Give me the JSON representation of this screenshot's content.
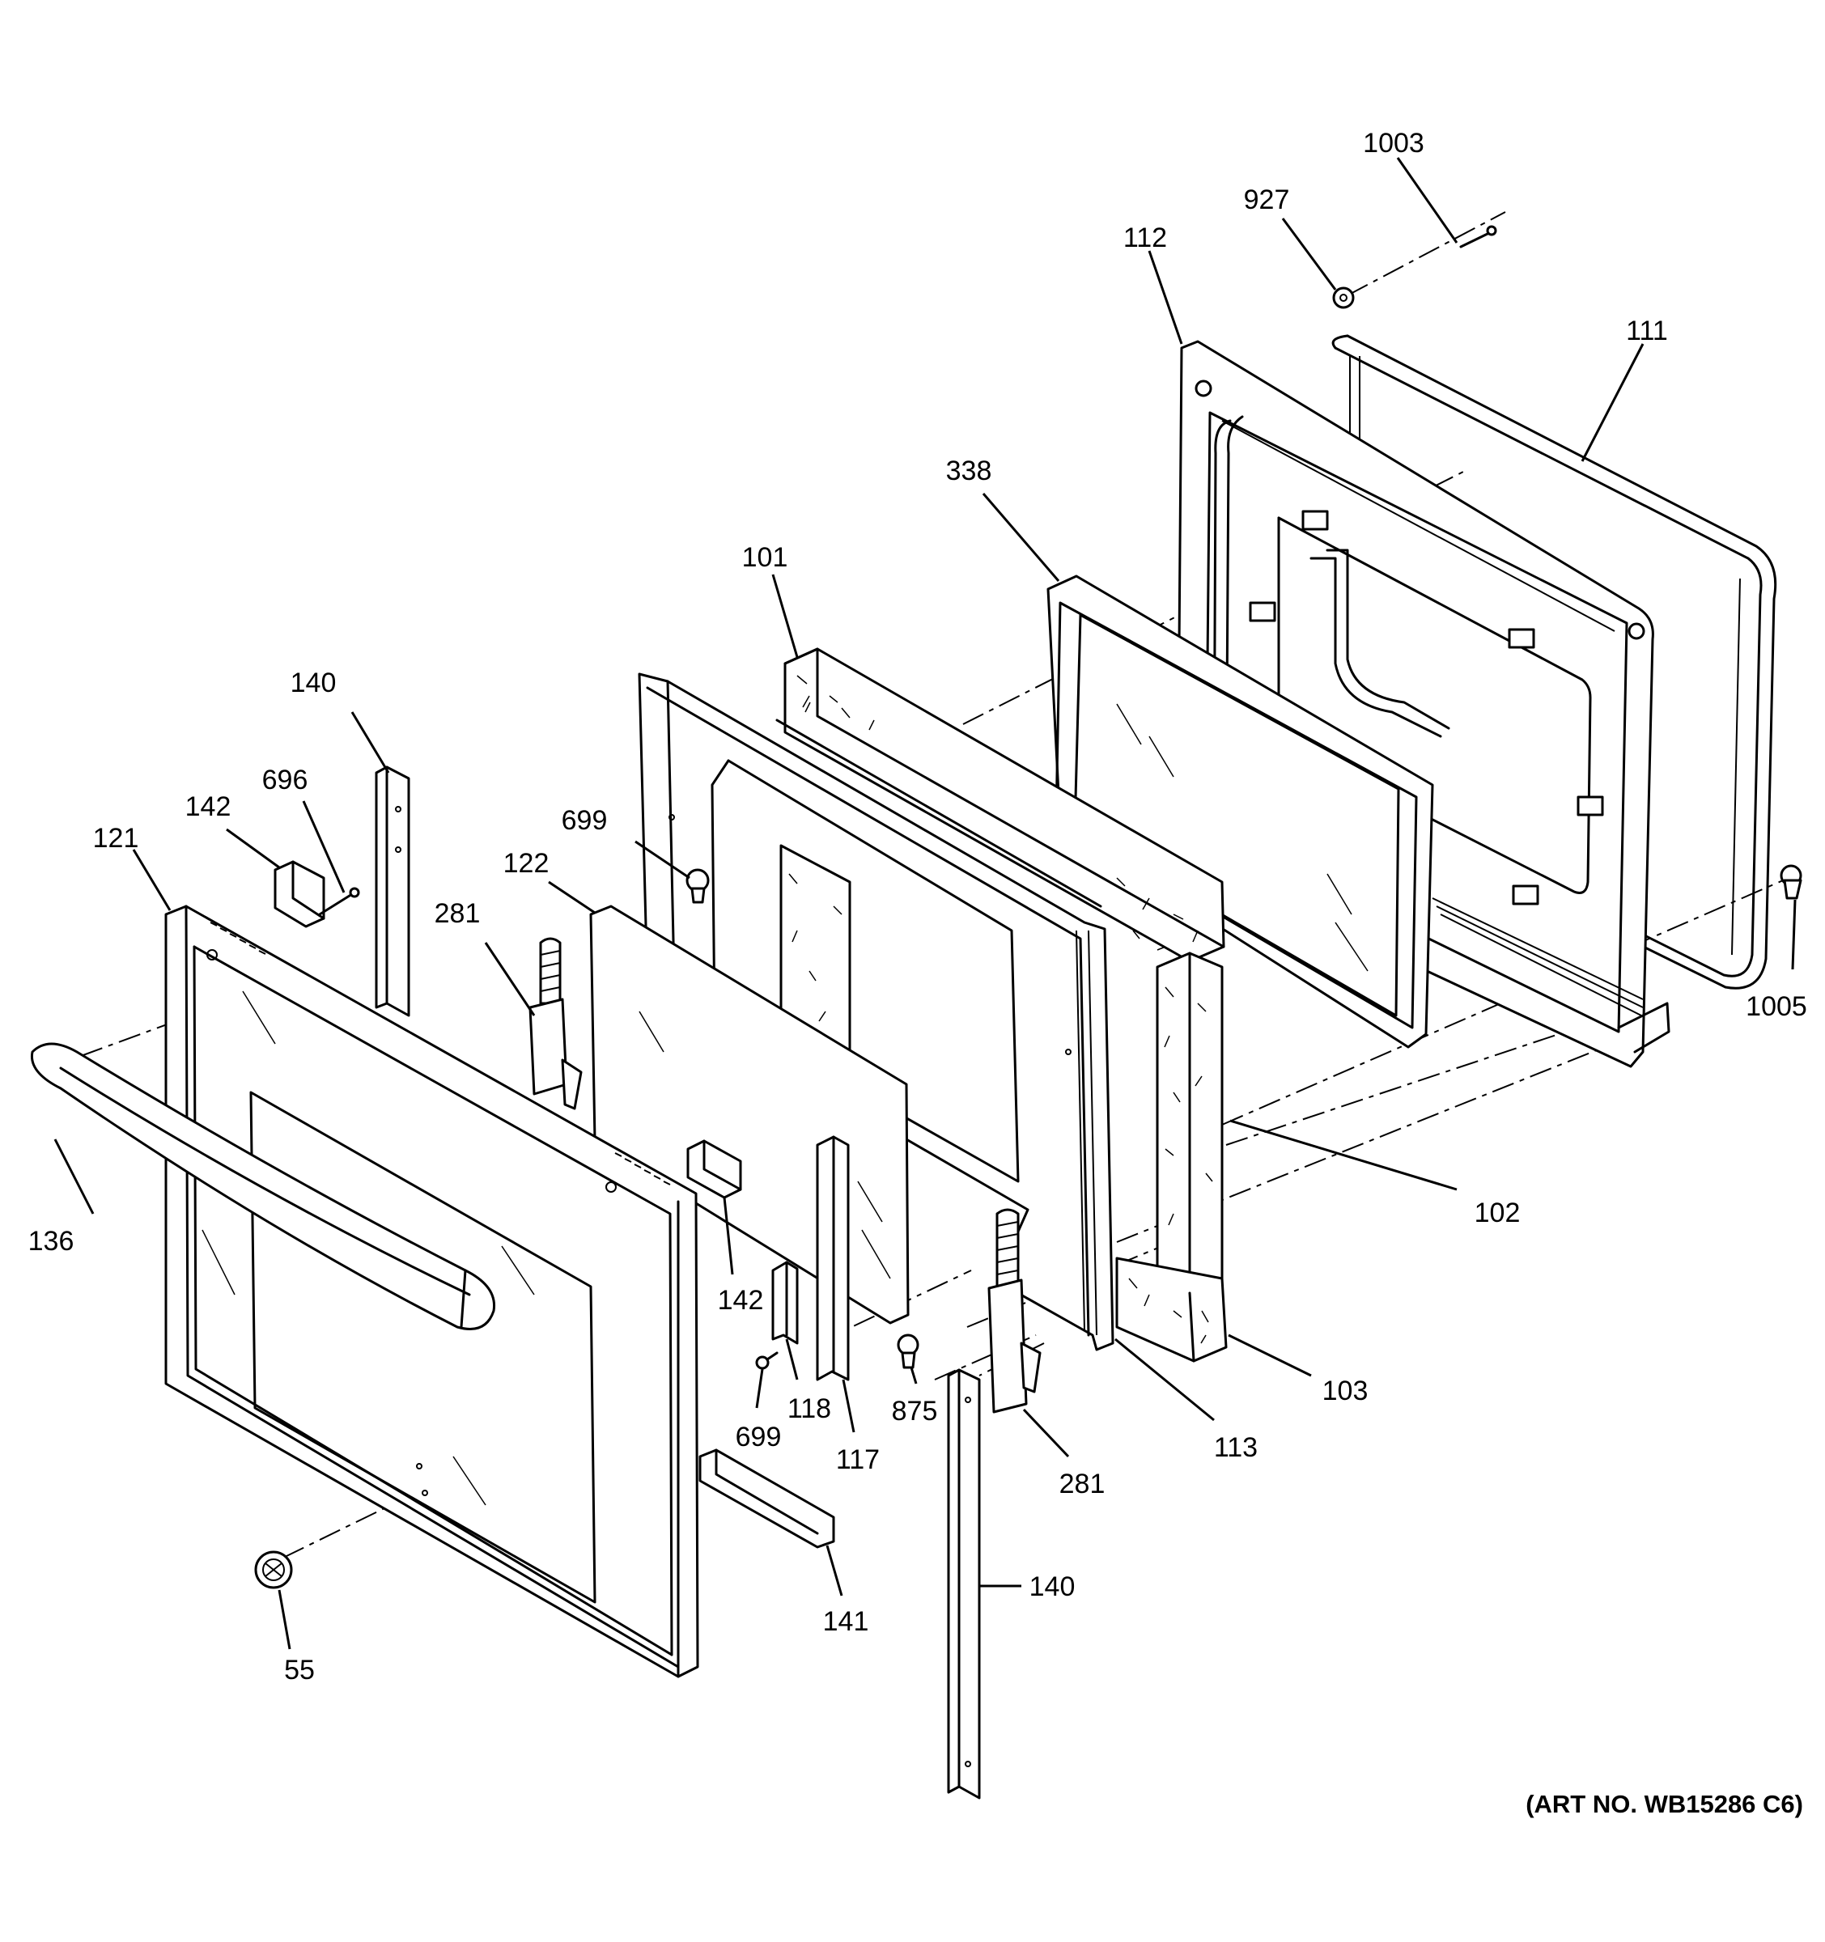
{
  "diagram": {
    "labels": {
      "l1003": "1003",
      "l927": "927",
      "l112": "112",
      "l111": "111",
      "l338": "338",
      "l101": "101",
      "l140a": "140",
      "l696": "696",
      "l142a": "142",
      "l121": "121",
      "l699a": "699",
      "l122": "122",
      "l281a": "281",
      "l1005": "1005",
      "l102": "102",
      "l136": "136",
      "l142b": "142",
      "l103": "103",
      "l875": "875",
      "l699b": "699",
      "l118": "118",
      "l113": "113",
      "l117": "117",
      "l281b": "281",
      "l141": "141",
      "l140b": "140",
      "l55": "55"
    },
    "art_number": "(ART NO. WB15286 C6)"
  }
}
